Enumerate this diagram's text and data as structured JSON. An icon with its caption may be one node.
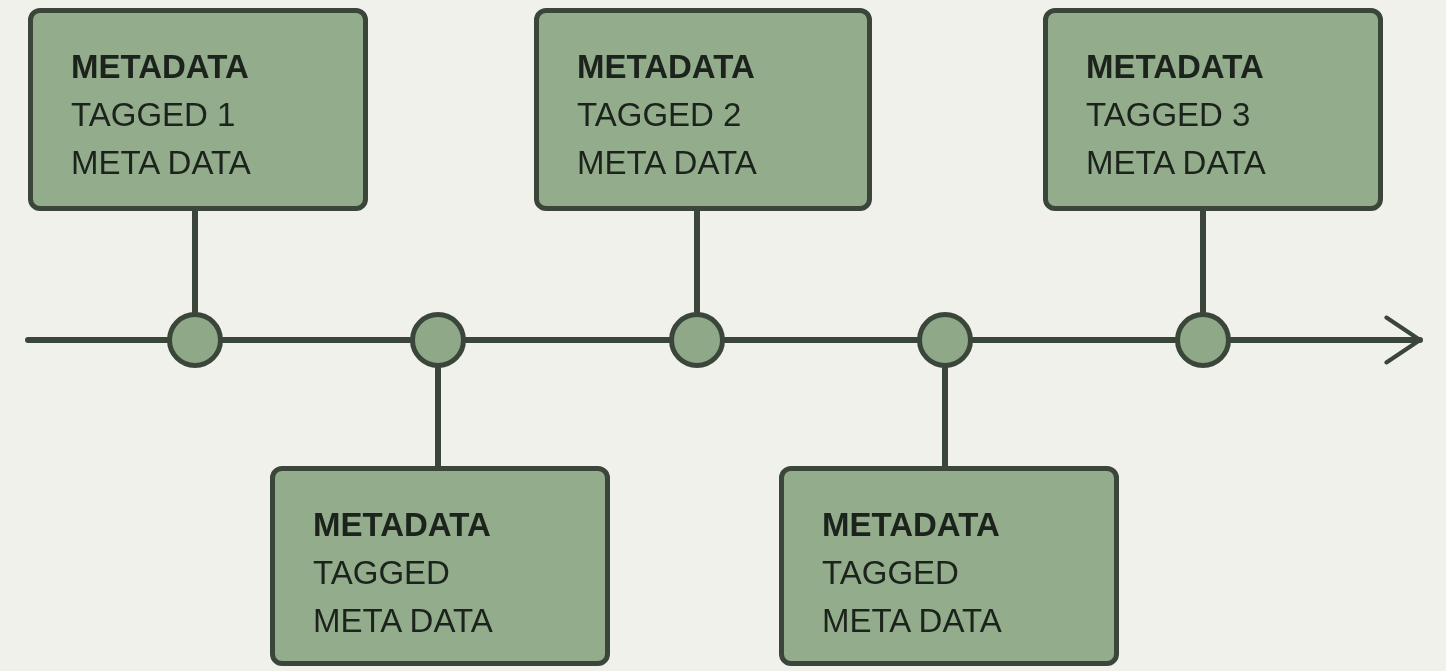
{
  "diagram": {
    "nodes": [
      {
        "text": [
          "METADATA",
          "TAGGED 1",
          "META DATA"
        ]
      },
      {
        "text": [
          "METADATA",
          "TAGGED",
          "META DATA"
        ]
      },
      {
        "text": [
          "METADATA",
          "TAGGED 2",
          "META DATA"
        ]
      },
      {
        "text": [
          "METADATA",
          "TAGGED",
          "META DATA"
        ]
      },
      {
        "text": [
          "METADATA",
          "TAGGED 3",
          "META DATA"
        ]
      },
      {
        "text": [],
        "shape": "circle"
      },
      {
        "text": [],
        "shape": "circle"
      },
      {
        "text": [],
        "shape": "circle"
      },
      {
        "text": [],
        "shape": "circle"
      },
      {
        "text": [],
        "shape": "circle"
      }
    ],
    "edges": [
      {
        "from": 0,
        "to": 5,
        "arrow": "none"
      },
      {
        "from": 1,
        "to": 6,
        "arrow": "none"
      },
      {
        "from": 2,
        "to": 7,
        "arrow": "none"
      },
      {
        "from": 3,
        "to": 8,
        "arrow": "none"
      },
      {
        "from": 4,
        "to": 9,
        "arrow": "none"
      },
      {
        "from": null,
        "to": 5,
        "arrow": "none"
      },
      {
        "from": 5,
        "to": 6,
        "arrow": "none"
      },
      {
        "from": 6,
        "to": 7,
        "arrow": "none"
      },
      {
        "from": 7,
        "to": 8,
        "arrow": "none"
      },
      {
        "from": 8,
        "to": 9,
        "arrow": "none"
      },
      {
        "from": 9,
        "to": null,
        "arrow": "to"
      }
    ]
  }
}
